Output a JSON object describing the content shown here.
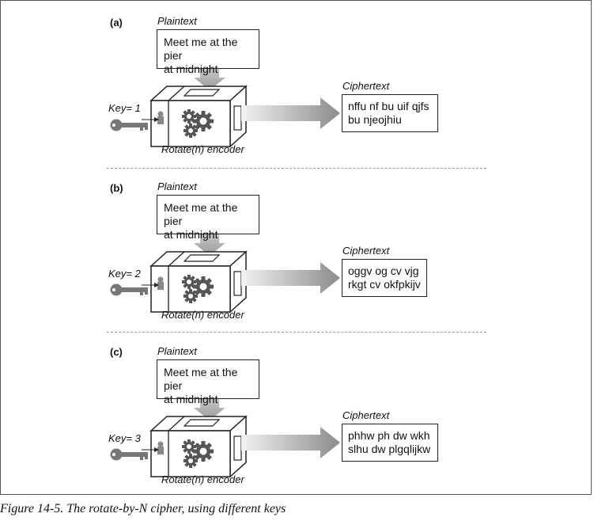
{
  "panels": [
    {
      "letter": "(a)",
      "plaintext_label": "Plaintext",
      "plaintext": [
        "Meet me at the pier",
        "at midnight"
      ],
      "key_label": "Key= 1",
      "encoder_label": "Rotate(n) encoder",
      "ciphertext_label": "Ciphertext",
      "ciphertext": [
        "nffu nf bu uif qjfs",
        "bu njeojhiu"
      ]
    },
    {
      "letter": "(b)",
      "plaintext_label": "Plaintext",
      "plaintext": [
        "Meet me at the pier",
        "at midnight"
      ],
      "key_label": "Key= 2",
      "encoder_label": "Rotate(n) encoder",
      "ciphertext_label": "Ciphertext",
      "ciphertext": [
        "oggv og cv vjg",
        "rkgt cv okfpkijv"
      ]
    },
    {
      "letter": "(c)",
      "plaintext_label": "Plaintext",
      "plaintext": [
        "Meet me at the pier",
        "at midnight"
      ],
      "key_label": "Key= 3",
      "encoder_label": "Rotate(n) encoder",
      "ciphertext_label": "Ciphertext",
      "ciphertext": [
        "phhw ph dw wkh",
        "slhu dw plgqlijkw"
      ]
    }
  ],
  "caption": "Figure 14-5. The rotate-by-N cipher, using different keys",
  "icons": [
    "key-icon",
    "gear-icon",
    "lock-slot-icon",
    "arrow-icon"
  ],
  "colors": {
    "arrow_light": "#f2f2f2",
    "arrow_dark": "#8c8c8c",
    "gear": "#555555",
    "key": "#777777"
  }
}
